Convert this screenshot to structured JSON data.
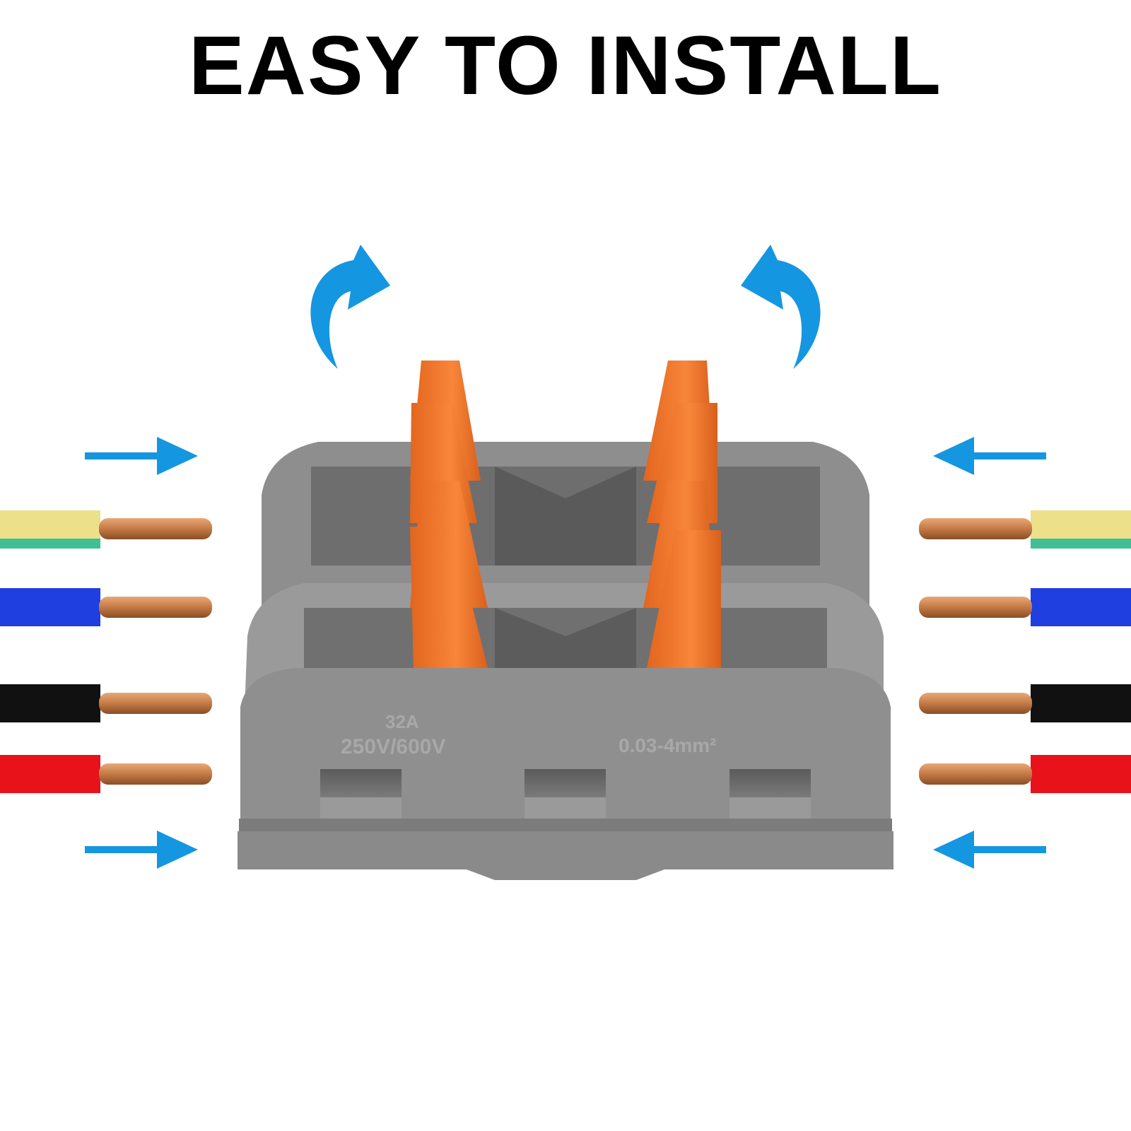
{
  "headline": "EASY TO INSTALL",
  "connector": {
    "emboss_current": "32A",
    "emboss_voltage": "250V/600V",
    "emboss_wire_range": "0.03-4mm²"
  },
  "colors": {
    "arrow_blue": "#1596E0",
    "lever_orange": "#F47A2A",
    "housing_gray": "#8F8F8F",
    "copper": "#C47A45"
  },
  "wires": [
    {
      "color_name": "yellow-green",
      "insulation": "#EDE08A",
      "stripe": "#3FBF93"
    },
    {
      "color_name": "blue",
      "insulation": "#1F3FE0"
    },
    {
      "color_name": "black",
      "insulation": "#111111"
    },
    {
      "color_name": "red",
      "insulation": "#E8121A"
    }
  ],
  "icons": [
    "push-arrow-icon",
    "lever-open-arrow-icon"
  ]
}
